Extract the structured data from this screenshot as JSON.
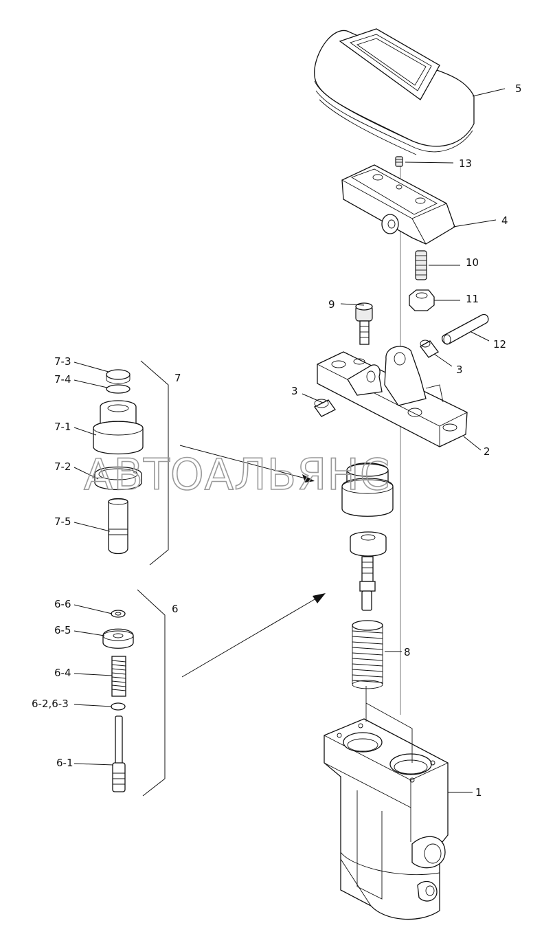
{
  "watermark": "АВТОАЛЬЯНС",
  "callouts": {
    "c1": "1",
    "c2": "2",
    "c3a": "3",
    "c3b": "3",
    "c4": "4",
    "c5": "5",
    "c6": "6",
    "c7": "7",
    "c8": "8",
    "c9": "9",
    "c10": "10",
    "c11": "11",
    "c12": "12",
    "c13": "13",
    "c6_1": "6-1",
    "c6_23": "6-2,6-3",
    "c6_4": "6-4",
    "c6_5": "6-5",
    "c6_6": "6-6",
    "c7_1": "7-1",
    "c7_2": "7-2",
    "c7_3": "7-3",
    "c7_4": "7-4",
    "c7_5": "7-5"
  }
}
